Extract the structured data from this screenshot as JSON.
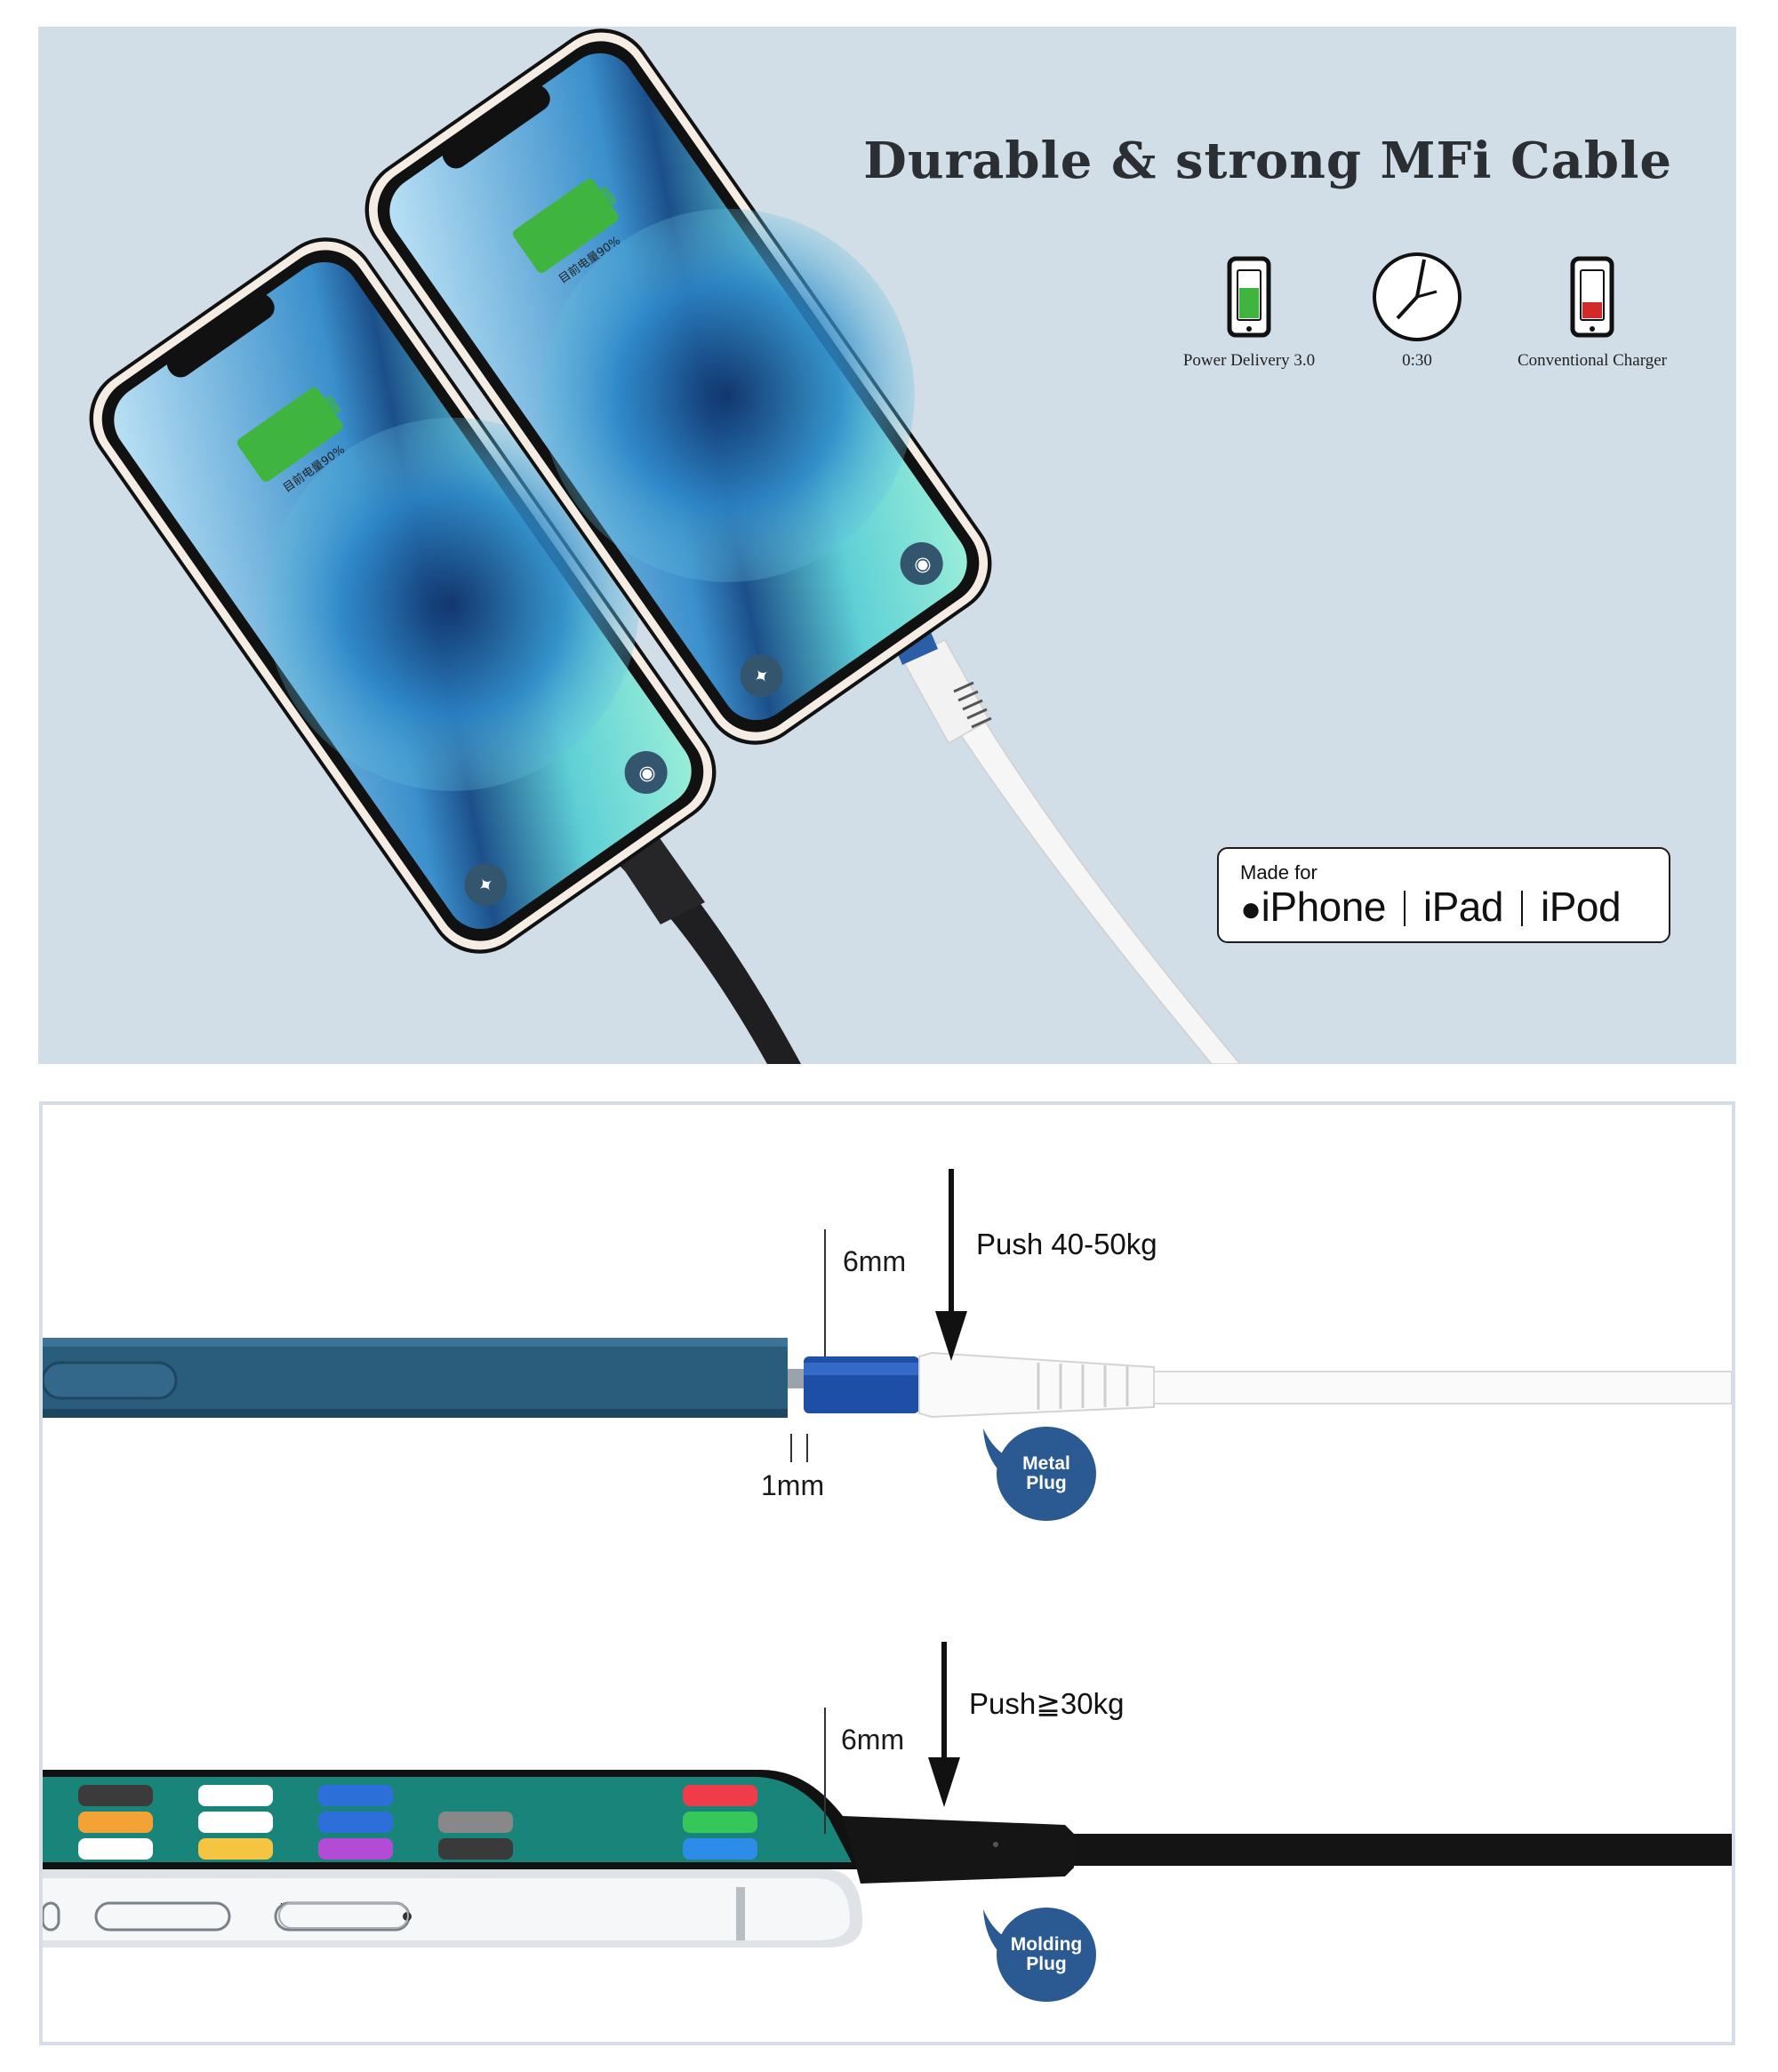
{
  "top": {
    "headline": "Durable & strong MFi Cable",
    "features": [
      {
        "icon": "phone-battery-full-icon",
        "label": "Power Delivery 3.0"
      },
      {
        "icon": "clock-icon",
        "label": "0:30"
      },
      {
        "icon": "phone-battery-low-icon",
        "label": "Conventional Charger"
      }
    ],
    "screen_text": "目前电量90%",
    "badge": {
      "small": "Made for",
      "iphone": "iPhone",
      "ipad": "iPad",
      "ipod": "iPod"
    }
  },
  "bottom": {
    "metal": {
      "dim_top": "6mm",
      "dim_gap": "1mm",
      "push": "Push 40-50kg",
      "bubble": [
        "Metal",
        "Plug"
      ]
    },
    "molding": {
      "dim_top": "6mm",
      "push": "Push≧30kg",
      "bubble": [
        "Molding",
        "Plug"
      ]
    }
  },
  "colors": {
    "top_bg": "#d2dee7",
    "battery_green": "#3fb53f",
    "bubble_blue": "#2b5a92",
    "metal_plug_blue": "#1e4fa6",
    "phone_blue": "#2a5c7c"
  }
}
